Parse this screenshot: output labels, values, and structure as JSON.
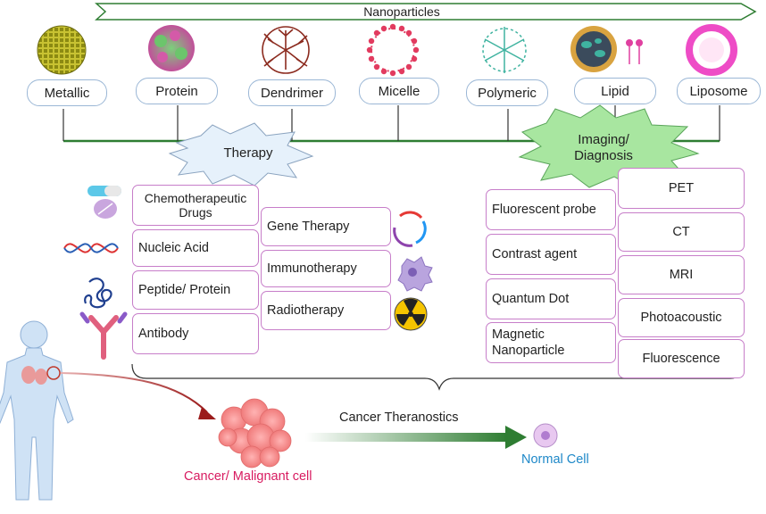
{
  "header": {
    "title": "Nanoparticles"
  },
  "nanoparticles": [
    {
      "label": "Metallic"
    },
    {
      "label": "Protein"
    },
    {
      "label": "Dendrimer"
    },
    {
      "label": "Micelle"
    },
    {
      "label": "Polymeric"
    },
    {
      "label": "Lipid"
    },
    {
      "label": "Liposome"
    }
  ],
  "therapy": {
    "title": "Therapy",
    "drugs": [
      "Chemotherapeutic Drugs",
      "Nucleic Acid",
      "Peptide/ Protein",
      "Antibody"
    ],
    "modalities": [
      "Gene Therapy",
      "Immunotherapy",
      "Radiotherapy"
    ]
  },
  "imaging": {
    "title": "Imaging/ Diagnosis",
    "agents": [
      "Fluorescent probe",
      "Contrast agent",
      "Quantum Dot",
      "Magnetic Nanoparticle"
    ],
    "techniques": [
      "PET",
      "CT",
      "MRI",
      "Photoacoustic",
      "Fluorescence"
    ]
  },
  "bottom": {
    "theranostics": "Cancer Theranostics",
    "cancer_cell": "Cancer/ Malignant cell",
    "normal_cell": "Normal Cell"
  },
  "colors": {
    "arrow_green": "#2e7d32",
    "np_border": "#9bb7d6",
    "box_border": "#c77ec9",
    "imaging_burst": "#a8e6a0",
    "therapy_burst": "#e6f1fb",
    "cancer_text": "#d81b60",
    "normal_text": "#1e88c8"
  }
}
